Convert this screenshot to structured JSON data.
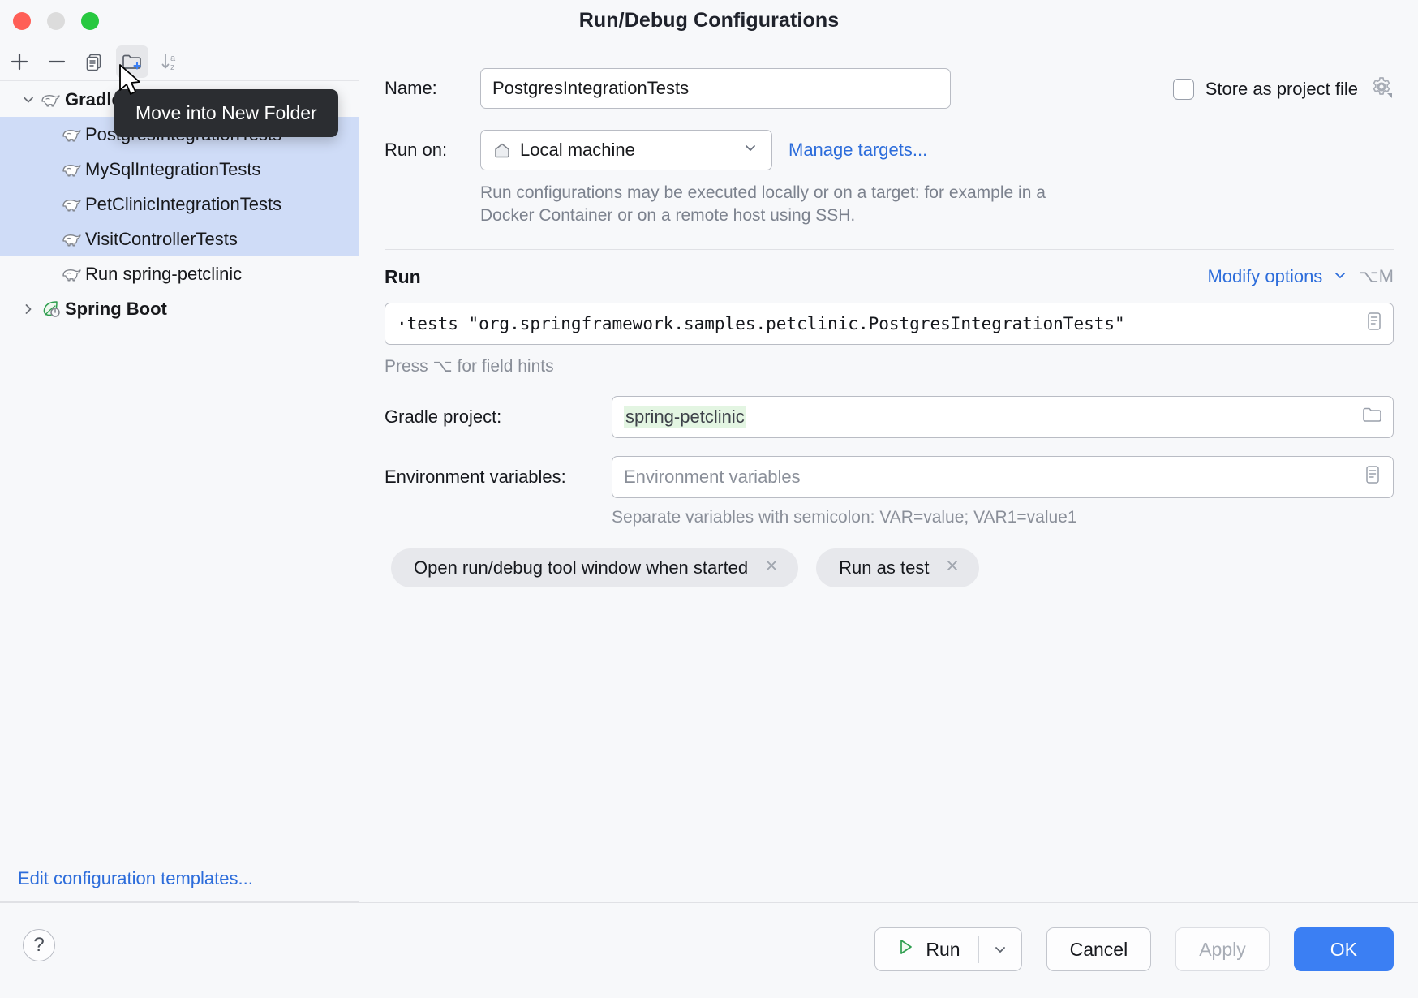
{
  "window": {
    "title": "Run/Debug Configurations",
    "traffic_lights": [
      "close",
      "minimize",
      "zoom"
    ]
  },
  "toolbar": {
    "items": [
      {
        "name": "add-configuration-button",
        "icon": "plus-icon"
      },
      {
        "name": "remove-configuration-button",
        "icon": "minus-icon"
      },
      {
        "name": "copy-configuration-button",
        "icon": "copy-icon"
      },
      {
        "name": "move-into-new-folder-button",
        "icon": "new-folder-icon"
      },
      {
        "name": "sort-configurations-button",
        "icon": "sort-az-icon"
      }
    ]
  },
  "tooltip": {
    "text": "Move into New Folder"
  },
  "sidebar": {
    "groups": [
      {
        "label": "Gradle",
        "icon": "gradle-elephant-icon",
        "expanded": true,
        "children": [
          {
            "label": "PostgresIntegrationTests",
            "icon": "gradle-elephant-icon",
            "selected": true
          },
          {
            "label": "MySqlIntegrationTests",
            "icon": "gradle-elephant-icon",
            "selected": true
          },
          {
            "label": "PetClinicIntegrationTests",
            "icon": "gradle-elephant-icon",
            "selected": true
          },
          {
            "label": "VisitControllerTests",
            "icon": "gradle-elephant-icon",
            "selected": true
          },
          {
            "label": "Run spring-petclinic",
            "icon": "gradle-elephant-icon",
            "selected": false
          }
        ]
      },
      {
        "label": "Spring Boot",
        "icon": "spring-boot-leaf-icon",
        "expanded": false,
        "children": []
      }
    ],
    "edit_templates_link": "Edit configuration templates..."
  },
  "form": {
    "name_label": "Name:",
    "name_value": "PostgresIntegrationTests",
    "store_as_project_file_label": "Store as project file",
    "store_as_project_file_checked": false,
    "gear_icon": "gear-icon",
    "run_on_label": "Run on:",
    "run_on_value": "Local machine",
    "run_on_icon": "home-icon",
    "manage_targets_link": "Manage targets...",
    "run_on_hint": "Run configurations may be executed locally or on a target: for example in a Docker Container or on a remote host using SSH.",
    "run_section_title": "Run",
    "modify_options_label": "Modify options",
    "modify_options_shortcut": "⌥M",
    "command_value": "·tests \"org.springframework.samples.petclinic.PostgresIntegrationTests\"",
    "command_expand_icon": "expand-editor-icon",
    "field_hints": "Press ⌥ for field hints",
    "gradle_project_label": "Gradle project:",
    "gradle_project_value": "spring-petclinic",
    "gradle_project_browse_icon": "folder-browse-icon",
    "env_label": "Environment variables:",
    "env_value": "",
    "env_placeholder": "Environment variables",
    "env_expand_icon": "expand-editor-icon",
    "env_hint": "Separate variables with semicolon: VAR=value; VAR1=value1",
    "chips": [
      {
        "label": "Open run/debug tool window when started",
        "remove_icon": "close-icon"
      },
      {
        "label": "Run as test",
        "remove_icon": "close-icon"
      }
    ]
  },
  "bottom": {
    "help_label": "?",
    "run_label": "Run",
    "run_icon": "play-icon",
    "run_dropdown_icon": "chevron-down-icon",
    "cancel_label": "Cancel",
    "apply_label": "Apply",
    "apply_enabled": false,
    "ok_label": "OK"
  },
  "colors": {
    "accent_blue": "#3b7ff3",
    "link_blue": "#2d6ddb",
    "selection": "#cfdcf7",
    "tooltip_bg": "#2b2d31",
    "green_highlight": "#e3f5e2",
    "play_green": "#2e9e4f"
  }
}
